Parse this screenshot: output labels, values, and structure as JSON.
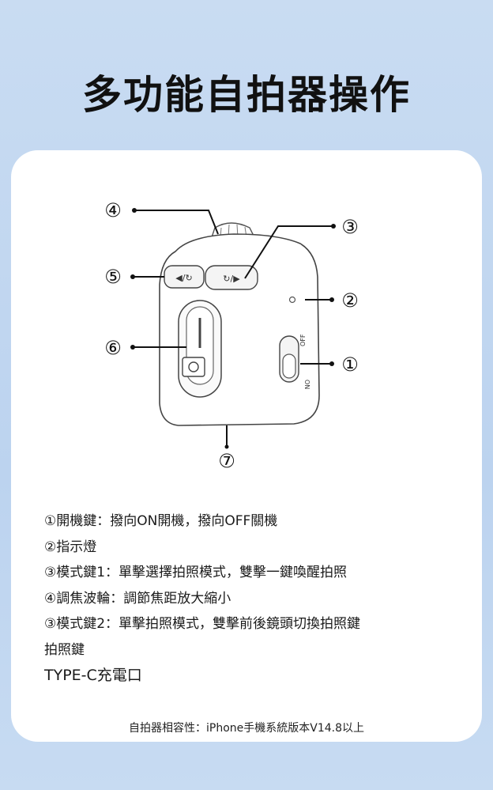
{
  "title": "多功能自拍器操作",
  "callouts": {
    "c1": "①",
    "c2": "②",
    "c3": "③",
    "c4": "④",
    "c5": "⑤",
    "c6": "⑥",
    "c7": "⑦"
  },
  "device": {
    "left_button_glyph": "◀/↻",
    "right_button_glyph": "↻/▶",
    "switch_on": "ON",
    "switch_off": "OFF"
  },
  "descriptions": [
    "①開機鍵：撥向ON開機，撥向OFF關機",
    "②指示燈",
    "③模式鍵1：單擊選擇拍照模式，雙擊一鍵喚醒拍照",
    "④調焦波輪：調節焦距放大縮小",
    "③模式鍵2：單擊拍照模式，雙擊前後鏡頭切換拍照鍵",
    "拍照鍵",
    "TYPE-C充電口"
  ],
  "footer": "自拍器相容性：iPhone手機系統版本V14.8以上"
}
